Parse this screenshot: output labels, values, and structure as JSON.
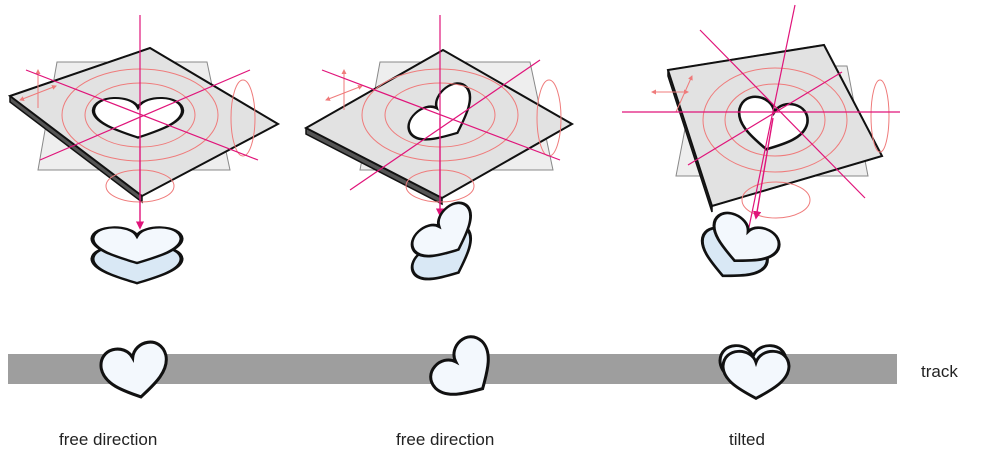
{
  "panels": [
    {
      "caption": "free direction"
    },
    {
      "caption": "free direction"
    },
    {
      "caption": "tilted"
    }
  ],
  "track": {
    "label": "track"
  },
  "colors": {
    "track": "#9e9e9e",
    "magenta": "#e0147a",
    "salmon": "#ef7b7b",
    "sheet_light": "#e2e2e2",
    "sheet_back": "#eeeeee",
    "piece_fill": "#f3f8fd",
    "piece_side": "#d9e8f5",
    "outline": "#111111"
  }
}
